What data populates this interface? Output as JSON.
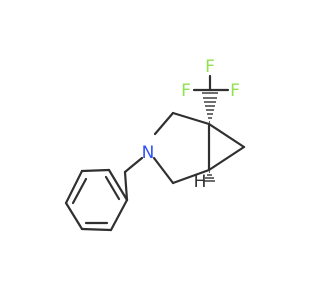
{
  "molecule": {
    "atoms": {
      "nitrogen": {
        "symbol": "N",
        "color": "#3050f8"
      },
      "fluorine_left": {
        "symbol": "F",
        "color": "#90e050"
      },
      "fluorine_top": {
        "symbol": "F",
        "color": "#90e050"
      },
      "fluorine_right": {
        "symbol": "F",
        "color": "#90e050"
      },
      "stereo_hydrogen": {
        "symbol": "H",
        "color": "#303030"
      }
    },
    "bond_color": "#303030"
  }
}
